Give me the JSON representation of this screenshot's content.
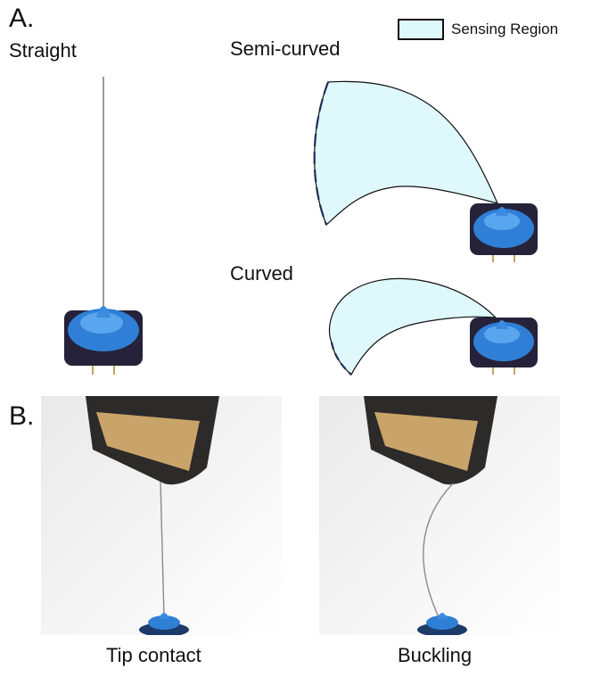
{
  "panels": {
    "a": {
      "letter": "A.",
      "legend": "Sensing Region",
      "conditions": {
        "straight": "Straight",
        "semi_curved": "Semi-curved",
        "curved": "Curved"
      }
    },
    "b": {
      "letter": "B.",
      "captions": {
        "tip_contact": "Tip contact",
        "buckling": "Buckling"
      }
    }
  },
  "colors": {
    "sensing_region": "#dff8fc",
    "sensor_body": "#2f7fd6",
    "base": "#25223a",
    "whisker_dash": "#1f2d55"
  }
}
